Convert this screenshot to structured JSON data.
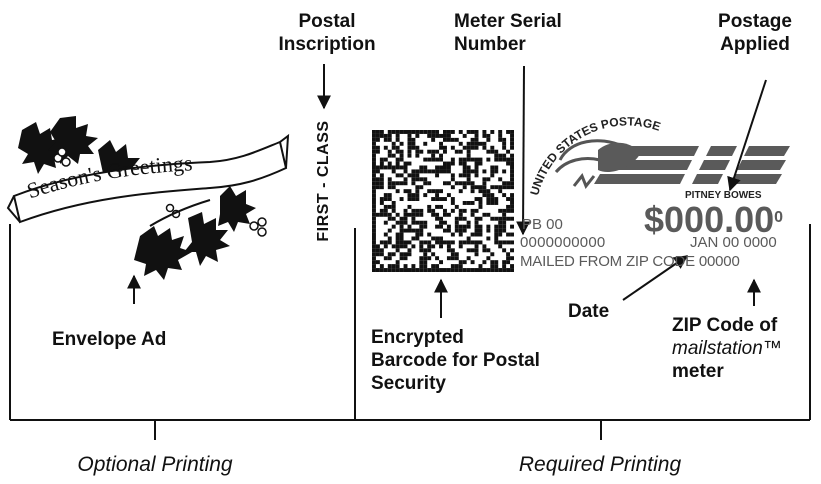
{
  "callouts": {
    "postal_inscription": [
      "Postal",
      "Inscription"
    ],
    "meter_serial_number": [
      "Meter Serial",
      "Number"
    ],
    "postage_applied": [
      "Postage",
      "Applied"
    ],
    "envelope_ad": "Envelope Ad",
    "encrypted_barcode": [
      "Encrypted",
      "Barcode for Postal",
      "Security"
    ],
    "date": "Date",
    "zip_code_line1": "ZIP Code of",
    "zip_code_line2": "mailstation™",
    "zip_code_line3": "meter"
  },
  "envelope_ad_art": {
    "greeting": "Season's Greetings"
  },
  "indicia": {
    "class_inscription": "FIRST - CLASS",
    "arc_text": "UNITED STATES POSTAGE",
    "brand": "PITNEY BOWES",
    "postage_amount": "$000.00",
    "postage_fraction": "0",
    "pb_line": "PB 00",
    "serial": "0000000000",
    "date": "JAN 00 0000",
    "mailed_from": "MAILED FROM ZIP CODE 00000"
  },
  "captions": {
    "optional": "Optional Printing",
    "required": "Required Printing"
  },
  "colors": {
    "ink": "#111111",
    "gray_ink": "#5a5a5a",
    "sash": "#ffffff"
  }
}
